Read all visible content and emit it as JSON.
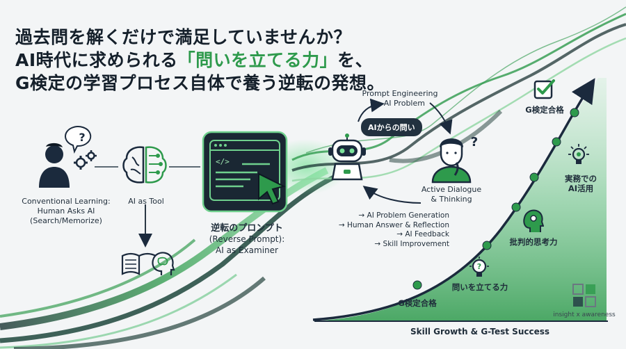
{
  "headline": {
    "line1": "過去問を解くだけで満足していませんか？",
    "line2_prefix": "AI時代に求められる",
    "line2_highlight": "「問いを立てる力」",
    "line2_suffix": "を、",
    "line3": "G検定の学習プロセス自体で養う逆転の発想。"
  },
  "left_flow": {
    "person_label": [
      "Conventional Learning:",
      "Human Asks AI",
      "(Search/Memorize)"
    ],
    "tool_label": "AI as Tool"
  },
  "reverse_prompt": {
    "label_jp": "逆転のプロンプト",
    "label_en1": "(Reverse Prompt):",
    "label_en2": "AI as Examiner"
  },
  "dialogue_cycle": {
    "top_line1": "Prompt Engineering",
    "top_line2": "→ AI Problem",
    "bubble": "AIからの問い",
    "human_label": [
      "Active Dialogue",
      "& Thinking"
    ],
    "steps": [
      "→ AI Problem Generation",
      "→ Human Answer & Reflection",
      "→ AI Feedback",
      "→ Skill Improvement"
    ]
  },
  "growth": {
    "milestones": [
      "G検定合格",
      "問いを立てる力",
      "批判的思考力",
      "実務での",
      "AI活用",
      "G検定合格"
    ],
    "axis_label": "Skill Growth & G-Test Success"
  },
  "brand": {
    "name": "insight x awareness"
  },
  "colors": {
    "accent": "#2e9a4c",
    "dark": "#22313f",
    "navy": "#1b2a3d",
    "light_green": "#8fd6a1"
  },
  "icons": [
    "person-question-icon",
    "gear-icon",
    "brain-circuit-icon",
    "book-icon",
    "head-brain-icon",
    "code-window-icon",
    "cursor-icon",
    "robot-icon",
    "thinking-person-icon",
    "checkbox-icon",
    "lightbulb-icon",
    "head-gear-icon",
    "bulb-network-icon",
    "logo-icon"
  ]
}
